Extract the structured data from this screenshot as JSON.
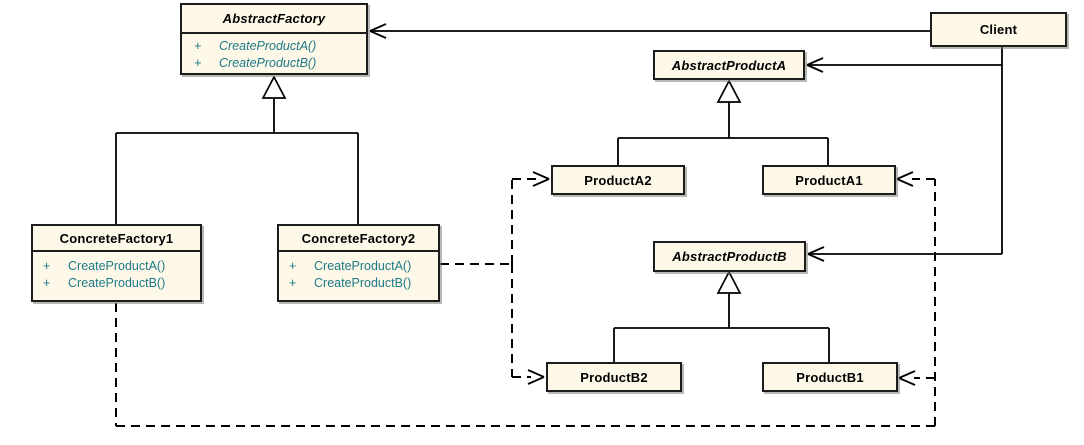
{
  "diagram": {
    "kind": "uml-class-diagram",
    "pattern": "Abstract Factory",
    "colors": {
      "background": "#ffffff",
      "box_fill": "#fdf8e8",
      "box_border": "#1c1c1c",
      "class_name_text": "#000000",
      "method_text": "#1d7a88",
      "connector_line": "#000000"
    }
  },
  "classes": {
    "abstractFactory": {
      "name": "AbstractFactory",
      "abstract": true,
      "methods": [
        {
          "visibility": "+",
          "signature": "CreateProductA()"
        },
        {
          "visibility": "+",
          "signature": "CreateProductB()"
        }
      ]
    },
    "client": {
      "name": "Client",
      "abstract": false
    },
    "abstractProductA": {
      "name": "AbstractProductA",
      "abstract": true
    },
    "productA2": {
      "name": "ProductA2",
      "abstract": false
    },
    "productA1": {
      "name": "ProductA1",
      "abstract": false
    },
    "abstractProductB": {
      "name": "AbstractProductB",
      "abstract": true
    },
    "productB2": {
      "name": "ProductB2",
      "abstract": false
    },
    "productB1": {
      "name": "ProductB1",
      "abstract": false
    },
    "concreteFactory1": {
      "name": "ConcreteFactory1",
      "abstract": false,
      "methods": [
        {
          "visibility": "+",
          "signature": "CreateProductA()"
        },
        {
          "visibility": "+",
          "signature": "CreateProductB()"
        }
      ]
    },
    "concreteFactory2": {
      "name": "ConcreteFactory2",
      "abstract": false,
      "methods": [
        {
          "visibility": "+",
          "signature": "CreateProductA()"
        },
        {
          "visibility": "+",
          "signature": "CreateProductB()"
        }
      ]
    }
  },
  "relationships": [
    {
      "type": "association",
      "from": "Client",
      "to": "AbstractFactory",
      "line": "solid",
      "arrow": "open"
    },
    {
      "type": "association",
      "from": "Client",
      "to": "AbstractProductA",
      "line": "solid",
      "arrow": "open"
    },
    {
      "type": "association",
      "from": "Client",
      "to": "AbstractProductB",
      "line": "solid",
      "arrow": "open"
    },
    {
      "type": "generalization",
      "from": "ConcreteFactory1",
      "to": "AbstractFactory",
      "line": "solid",
      "arrow": "hollow-triangle"
    },
    {
      "type": "generalization",
      "from": "ConcreteFactory2",
      "to": "AbstractFactory",
      "line": "solid",
      "arrow": "hollow-triangle"
    },
    {
      "type": "generalization",
      "from": "ProductA2",
      "to": "AbstractProductA",
      "line": "solid",
      "arrow": "hollow-triangle"
    },
    {
      "type": "generalization",
      "from": "ProductA1",
      "to": "AbstractProductA",
      "line": "solid",
      "arrow": "hollow-triangle"
    },
    {
      "type": "generalization",
      "from": "ProductB2",
      "to": "AbstractProductB",
      "line": "solid",
      "arrow": "hollow-triangle"
    },
    {
      "type": "generalization",
      "from": "ProductB1",
      "to": "AbstractProductB",
      "line": "solid",
      "arrow": "hollow-triangle"
    },
    {
      "type": "dependency",
      "from": "ConcreteFactory2",
      "to": "ProductA2",
      "line": "dashed",
      "arrow": "open"
    },
    {
      "type": "dependency",
      "from": "ConcreteFactory2",
      "to": "ProductB2",
      "line": "dashed",
      "arrow": "open"
    },
    {
      "type": "dependency",
      "from": "ConcreteFactory1",
      "to": "ProductA1",
      "line": "dashed",
      "arrow": "open"
    },
    {
      "type": "dependency",
      "from": "ConcreteFactory1",
      "to": "ProductB1",
      "line": "dashed",
      "arrow": "open"
    }
  ]
}
